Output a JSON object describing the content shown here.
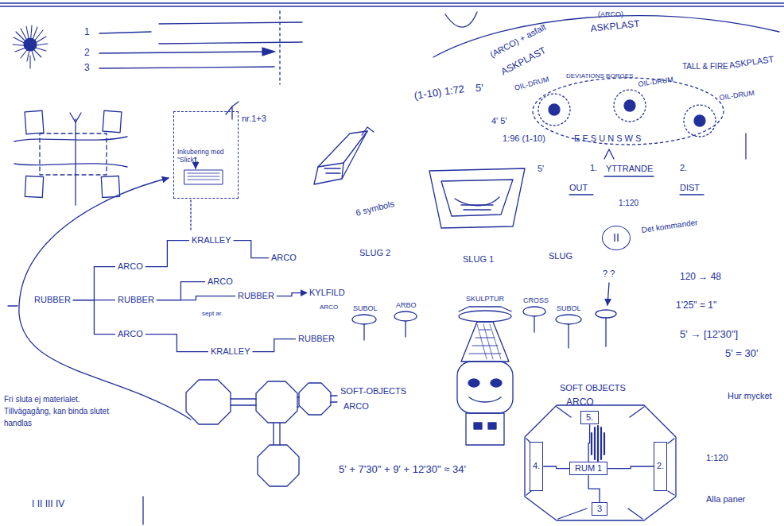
{
  "diagram": {
    "nodes": [
      {
        "text": [
          "nr.1+3",
          "Inkubering med \"Slick\"."
        ]
      },
      {
        "text": [
          "II"
        ]
      },
      {
        "text": [
          "RUBBER"
        ]
      },
      {
        "text": [
          "ARCO"
        ]
      },
      {
        "text": [
          "RUBBER"
        ]
      },
      {
        "text": [
          "ARCO"
        ]
      },
      {
        "text": [
          "KRALLEY"
        ]
      },
      {
        "text": [
          "ARCO"
        ]
      },
      {
        "text": [
          "ARCO"
        ]
      },
      {
        "text": [
          "RUBBER"
        ]
      },
      {
        "text": [
          "KYLFILD"
        ]
      },
      {
        "text": [
          "KRALLEY"
        ]
      },
      {
        "text": [
          "RUBBER"
        ]
      },
      {
        "text": [
          "5."
        ]
      },
      {
        "text": [
          "4."
        ]
      },
      {
        "text": [
          "RUM 1"
        ]
      },
      {
        "text": [
          "2."
        ]
      },
      {
        "text": [
          "3"
        ]
      }
    ],
    "edges": [
      {
        "from": 2,
        "to": 3,
        "arrow": "none"
      },
      {
        "from": 2,
        "to": 4,
        "arrow": "none"
      },
      {
        "from": 2,
        "to": 5,
        "arrow": "none"
      },
      {
        "from": 3,
        "to": 6,
        "arrow": "none"
      },
      {
        "from": 6,
        "to": 7,
        "arrow": "none"
      },
      {
        "from": 4,
        "to": 8,
        "arrow": "none"
      },
      {
        "from": 4,
        "to": 9,
        "arrow": "none"
      },
      {
        "from": 9,
        "to": 10,
        "arrow": "to"
      },
      {
        "from": 5,
        "to": 11,
        "arrow": "none"
      },
      {
        "from": 11,
        "to": 12,
        "arrow": "none"
      },
      {
        "from": 15,
        "to": 13,
        "arrow": "none"
      },
      {
        "from": 15,
        "to": 14,
        "arrow": "none"
      },
      {
        "from": 15,
        "to": 16,
        "arrow": "none"
      },
      {
        "from": 15,
        "to": 17,
        "arrow": "none"
      }
    ],
    "labels": [
      "1",
      "2",
      "3",
      "(ARCO) + asfalt",
      "ASKPLAST",
      "(ARCO)",
      "ASKPLAST",
      "ASKPLAST",
      "(1-10) 1:72",
      "5'",
      "OIL-DRUM",
      "DEVIATIONS BORGES",
      "OIL-DRUM",
      "TALL & FIRE",
      "OIL-DRUM",
      "4' 5'",
      "1:96 (1-10)",
      "E E S U N S W S",
      "5'",
      "1.",
      "YTTRANDE",
      "2.",
      "OUT",
      "1:120",
      "DIST",
      "6 symbols",
      "Det kommander",
      "SLUG 2",
      "SLUG 1",
      "SLUG",
      "? ?",
      "ARCO",
      "sept ar.",
      "SUBOL",
      "ARBO",
      "SKULPTUR",
      "CROSS",
      "SUBOL",
      "120 → 48",
      "1'25\" = 1\"",
      "5' → [12'30\"]",
      "5' = 30'",
      "Hur mycket",
      "Fri sluta ej materialet.",
      "Tillvägagång, kan binda slutet",
      "handlas",
      "SOFT-OBJECTS",
      "ARCO",
      "SOFT OBJECTS",
      "ARCO",
      "1:120",
      "5' + 7'30\" + 9' + 12'30\" ≈ 34'",
      "Alla paner",
      "I II III IV"
    ]
  }
}
